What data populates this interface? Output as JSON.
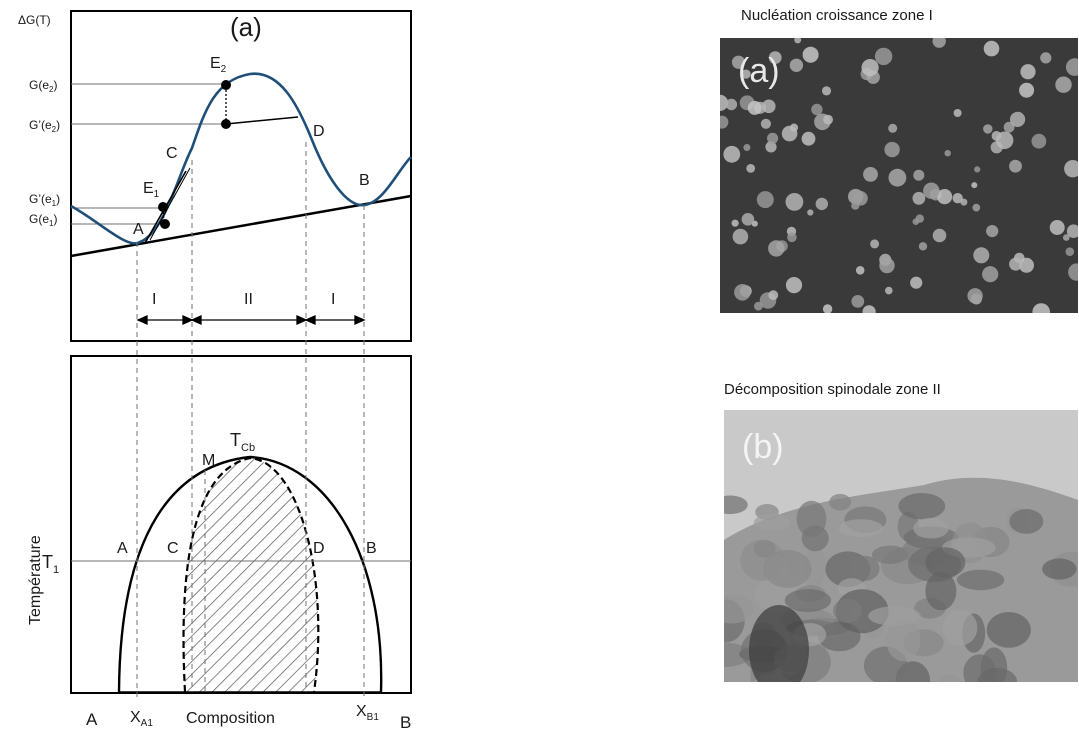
{
  "top_panel": {
    "ylabel": "ΔG(T)",
    "panel_tag": "(a)",
    "ticks": {
      "g_e2": "G(e",
      "g_e2_sub": "2",
      "g_e2_end": ")",
      "gp_e2": "G’(e",
      "gp_e2_sub": "2",
      "gp_e2_end": ")",
      "gp_e1": "G’(e",
      "gp_e1_sub": "1",
      "gp_e1_end": ")",
      "g_e1": "G(e",
      "g_e1_sub": "1",
      "g_e1_end": ")"
    },
    "points": {
      "E2": "E",
      "E2_sub": "2",
      "E1": "E",
      "E1_sub": "1",
      "A": "A",
      "B": "B",
      "C": "C",
      "D": "D"
    },
    "zones": {
      "left": "I",
      "middle": "II",
      "right": "I"
    }
  },
  "bottom_panel": {
    "ylabel": "Température",
    "t1": "T",
    "t1_sub": "1",
    "tc": "T",
    "tc_sub": "Cb",
    "m": "M",
    "a": "A",
    "c": "C",
    "d": "D",
    "b": "B",
    "xlabel": "Composition",
    "x_left": "A",
    "x_right": "B",
    "xa1": "X",
    "xa1_sub": "A1",
    "xb1": "X",
    "xb1_sub": "B1"
  },
  "micrographs": [
    {
      "title": "Nucléation croissance zone I",
      "tag": "(a)"
    },
    {
      "title": "Décomposition spinodale zone II",
      "tag": "(b)"
    }
  ],
  "colors": {
    "curve": "#1f4e79",
    "micrograph_a_bg": "#3a3a3a",
    "micrograph_b_bg": "#9a9a9a"
  }
}
